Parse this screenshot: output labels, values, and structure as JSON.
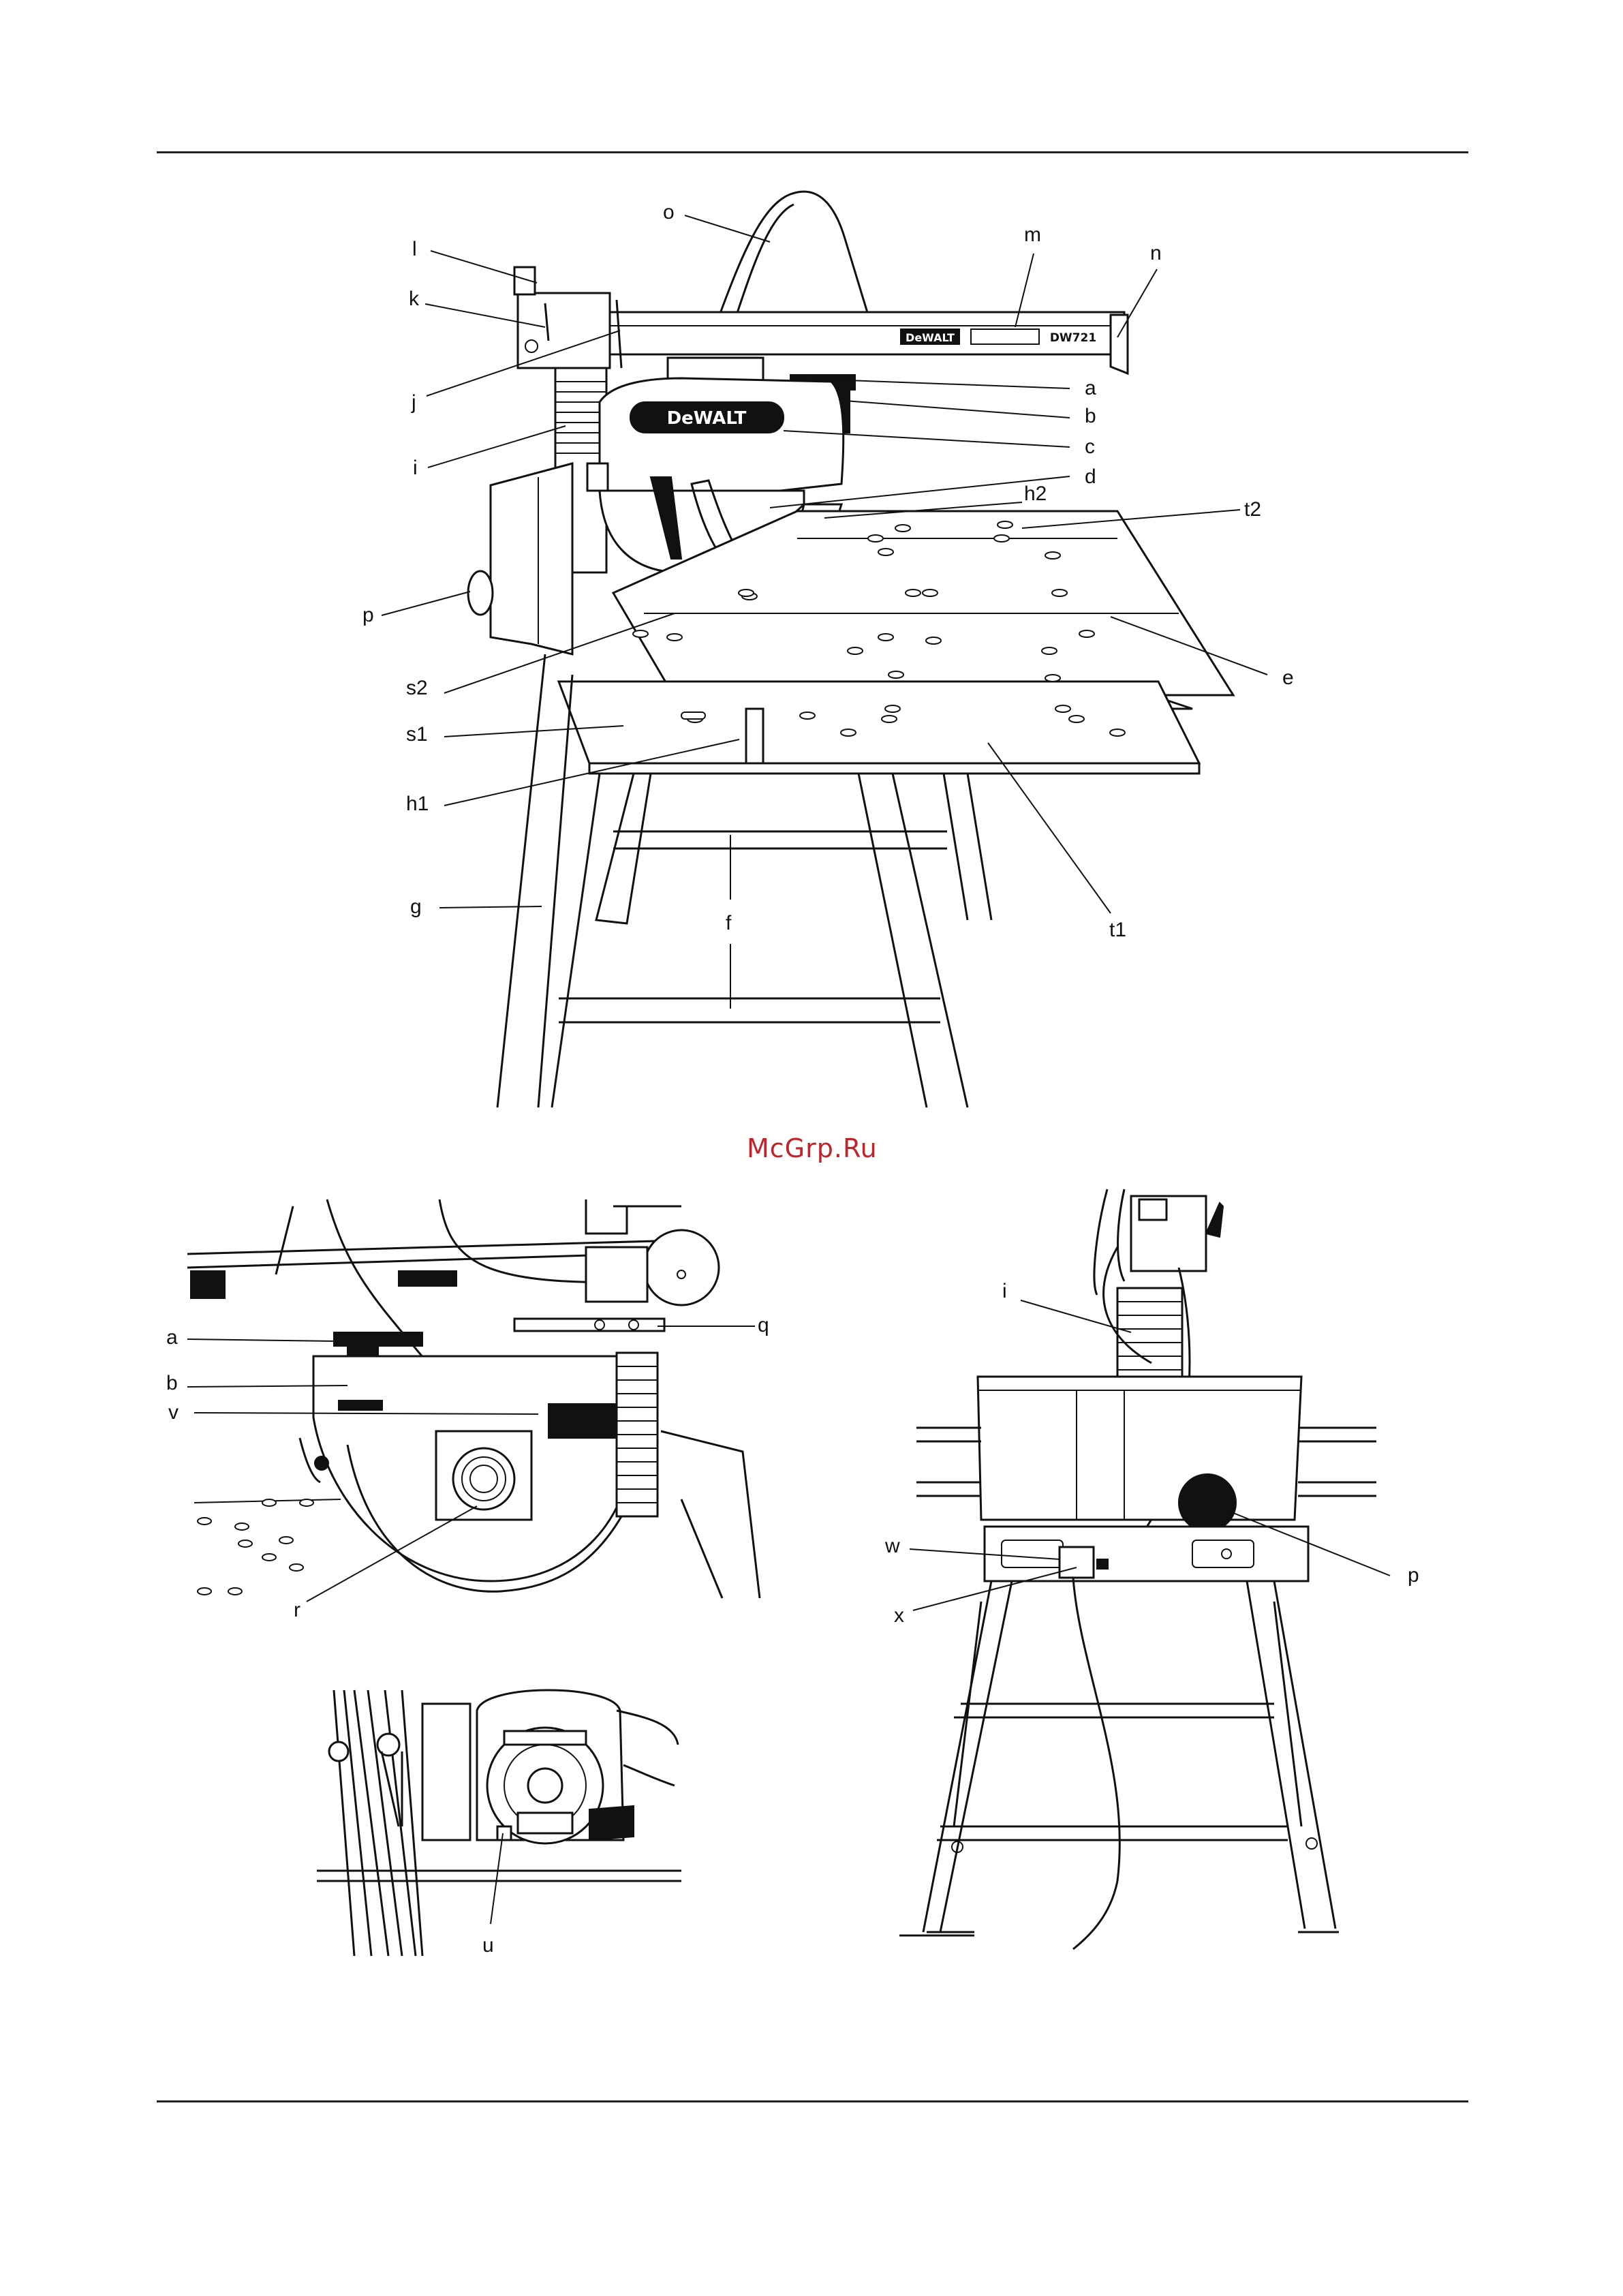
{
  "watermark": "McGrp.Ru",
  "brand": "DeWALT",
  "model": "DW721",
  "figure1": {
    "labels": {
      "o": "o",
      "m": "m",
      "n": "n",
      "l": "l",
      "k": "k",
      "j": "j",
      "a": "a",
      "b": "b",
      "c": "c",
      "d": "d",
      "i": "i",
      "h2": "h2",
      "t2": "t2",
      "p": "p",
      "e": "e",
      "s2": "s2",
      "s1": "s1",
      "h1": "h1",
      "g": "g",
      "f": "f",
      "t1": "t1"
    }
  },
  "figure2": {
    "labels": {
      "a": "a",
      "q": "q",
      "b": "b",
      "v": "v",
      "r": "r"
    }
  },
  "figure3": {
    "labels": {
      "i": "i",
      "w": "w",
      "p": "p",
      "x": "x"
    }
  },
  "figure4": {
    "labels": {
      "u": "u"
    }
  }
}
